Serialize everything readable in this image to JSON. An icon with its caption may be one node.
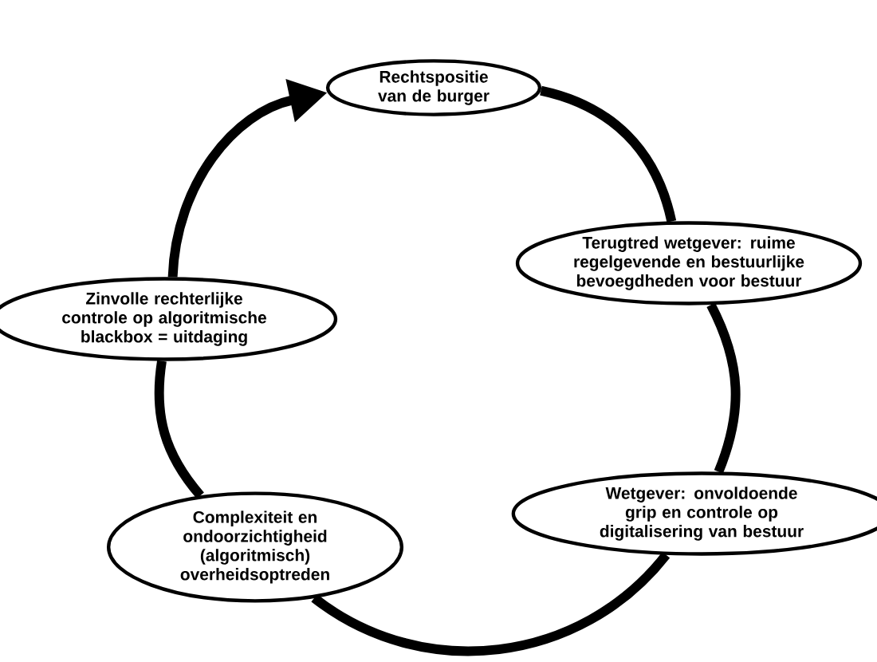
{
  "diagram": {
    "nodes": [
      {
        "text": [
          "Rechtspositie van de burger"
        ]
      },
      {
        "text": [
          "Terugtred wetgever: ruime regelgevende en bestuurlijke bevoegdheden voor bestuur"
        ]
      },
      {
        "text": [
          "Wetgever: onvoldoende grip en controle op digitalisering van bestuur"
        ]
      },
      {
        "text": [
          "Complexiteit en ondoorzichtigheid (algoritmisch) overheidsoptreden"
        ]
      },
      {
        "text": [
          "Zinvolle rechterlijke controle op algoritmische blackbox = uitdaging"
        ]
      }
    ],
    "edges": [
      {
        "from": 0,
        "to": 1,
        "arrow": "none"
      },
      {
        "from": 1,
        "to": 2,
        "arrow": "none"
      },
      {
        "from": 2,
        "to": 3,
        "arrow": "none"
      },
      {
        "from": 3,
        "to": 4,
        "arrow": "none"
      },
      {
        "from": 4,
        "to": 0,
        "arrow": "to"
      }
    ]
  }
}
